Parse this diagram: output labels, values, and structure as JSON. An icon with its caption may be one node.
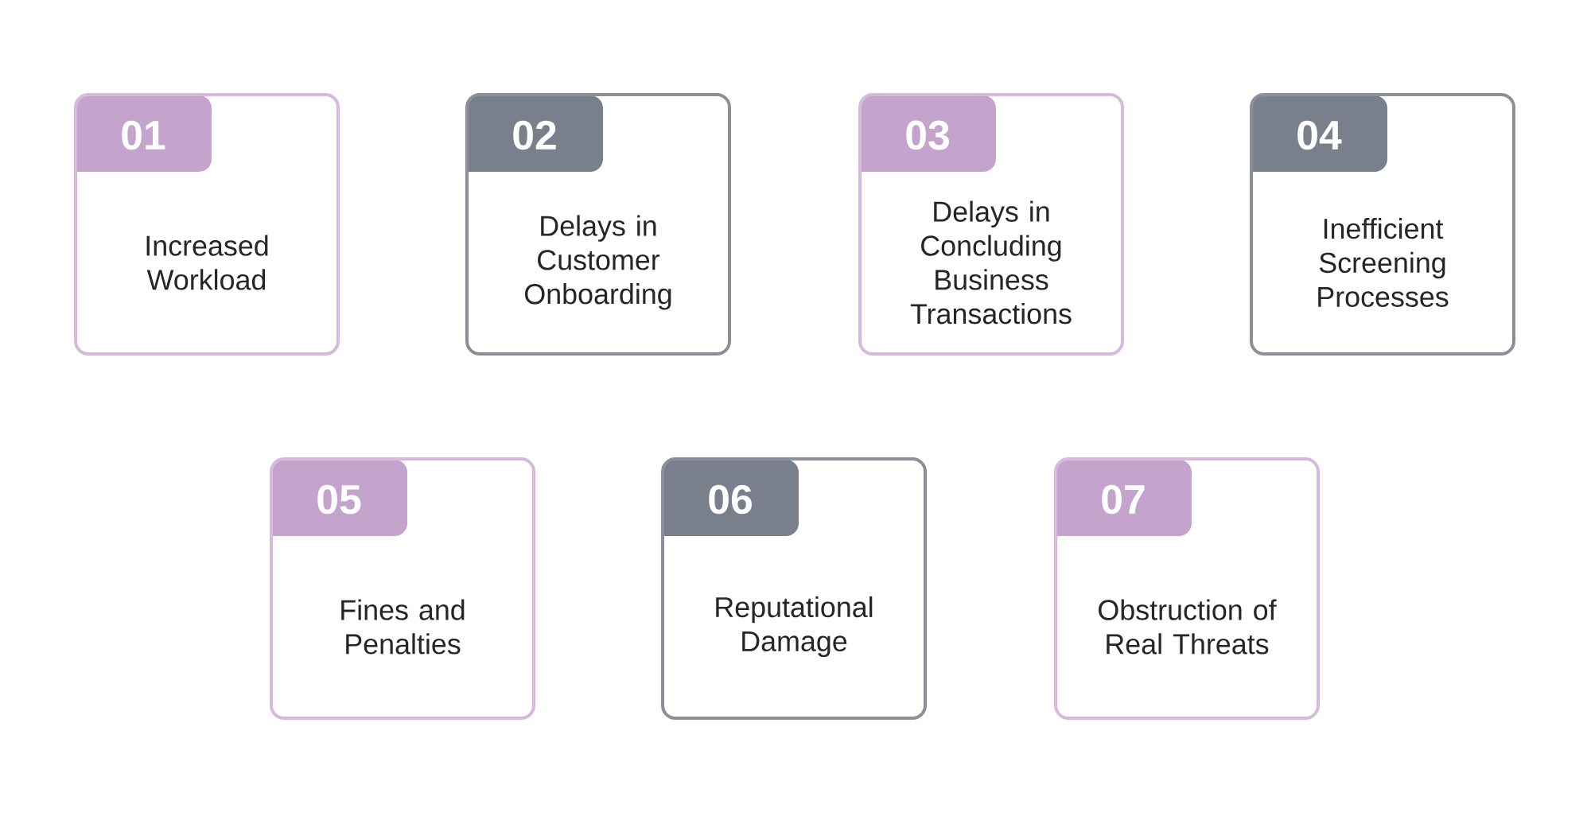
{
  "diagram": {
    "nodes": [
      {
        "text": [
          "01",
          "Increased Workload"
        ]
      },
      {
        "text": [
          "02",
          "Delays in Customer Onboarding"
        ]
      },
      {
        "text": [
          "03",
          "Delays in Concluding Business Transactions"
        ]
      },
      {
        "text": [
          "04",
          "Inefficient Screening Processes"
        ]
      },
      {
        "text": [
          "05",
          "Fines and Penalties"
        ]
      },
      {
        "text": [
          "06",
          "Reputational Damage"
        ]
      },
      {
        "text": [
          "07",
          "Obstruction of Real Threats"
        ]
      }
    ]
  }
}
